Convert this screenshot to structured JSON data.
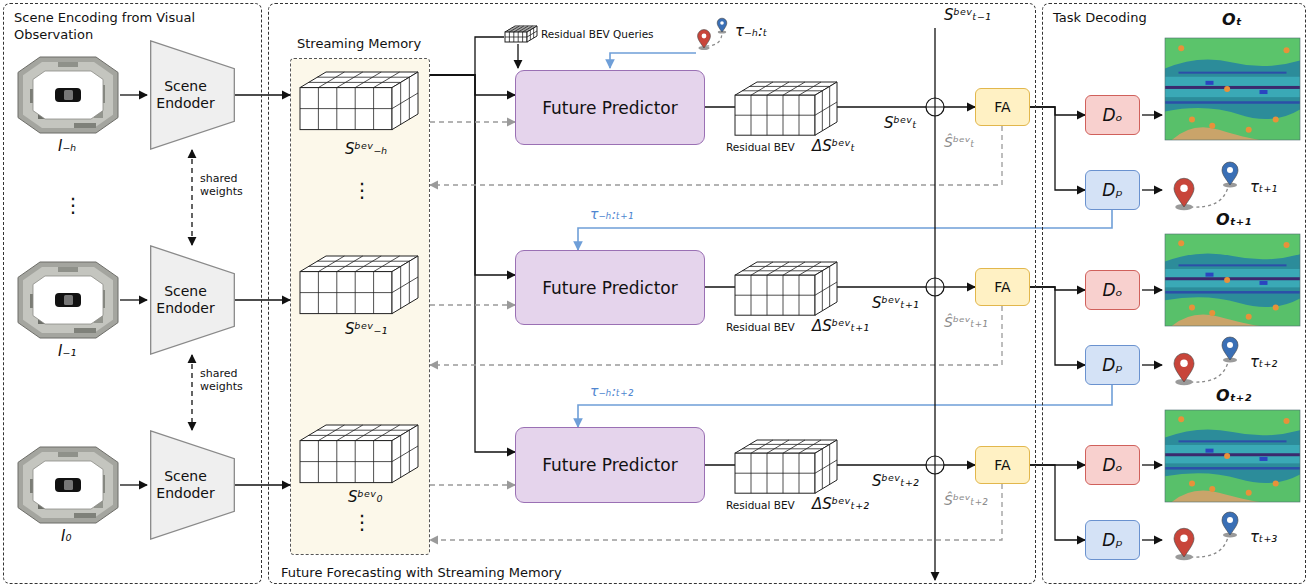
{
  "diagram": {
    "nodes": [
      {
        "text": [
          "Scene Encoding from Visual Observation"
        ]
      },
      {
        "text": [
          "Scene Endoder"
        ],
        "in": 0
      },
      {
        "text": [
          "Scene Endoder"
        ],
        "in": 0
      },
      {
        "text": [
          "Scene Endoder"
        ],
        "in": 0
      },
      {
        "text": [
          "Future Forecasting with Streaming Memory"
        ]
      },
      {
        "text": [
          "Streaming Memory"
        ],
        "in": 4
      },
      {
        "text": [
          "Future Predictor"
        ],
        "in": 4
      },
      {
        "text": [
          "FA"
        ],
        "in": 4
      },
      {
        "text": [
          "Future Predictor"
        ],
        "in": 4
      },
      {
        "text": [
          "FA"
        ],
        "in": 4
      },
      {
        "text": [
          "Future Predictor"
        ],
        "in": 4
      },
      {
        "text": [
          "FA"
        ],
        "in": 4
      },
      {
        "text": [
          "Task Decoding"
        ]
      },
      {
        "text": [
          "Dₒ"
        ],
        "in": 12
      },
      {
        "text": [
          "Dₚ"
        ],
        "in": 12
      },
      {
        "text": [
          "Dₒ"
        ],
        "in": 12
      },
      {
        "text": [
          "Dₚ"
        ],
        "in": 12
      },
      {
        "text": [
          "Dₒ"
        ],
        "in": 12
      },
      {
        "text": [
          "Dₚ"
        ],
        "in": 12
      }
    ],
    "edges": [
      {
        "from": 1,
        "to": 2,
        "arrow": "both",
        "label": "shared weights"
      },
      {
        "from": 2,
        "to": 3,
        "arrow": "both",
        "label": "shared weights"
      },
      {
        "from": 1,
        "to": 5,
        "arrow": "to"
      },
      {
        "from": 2,
        "to": 5,
        "arrow": "to"
      },
      {
        "from": 3,
        "to": 5,
        "arrow": "to"
      },
      {
        "from": 5,
        "to": 6,
        "arrow": "to"
      },
      {
        "from": 5,
        "to": 8,
        "arrow": "to"
      },
      {
        "from": 5,
        "to": 10,
        "arrow": "to"
      },
      {
        "from": 5,
        "to": 6,
        "arrow": "to"
      },
      {
        "from": 5,
        "to": 8,
        "arrow": "to"
      },
      {
        "from": 5,
        "to": 10,
        "arrow": "to"
      },
      {
        "from": 6,
        "to": 7,
        "arrow": "to"
      },
      {
        "from": 8,
        "to": 9,
        "arrow": "to"
      },
      {
        "from": 10,
        "to": 11,
        "arrow": "to"
      },
      {
        "from": 7,
        "to": 13,
        "arrow": "to"
      },
      {
        "from": 7,
        "to": 14,
        "arrow": "to"
      },
      {
        "from": 9,
        "to": 15,
        "arrow": "to"
      },
      {
        "from": 9,
        "to": 16,
        "arrow": "to"
      },
      {
        "from": 11,
        "to": 17,
        "arrow": "to"
      },
      {
        "from": 11,
        "to": 18,
        "arrow": "to"
      },
      {
        "from": 14,
        "to": 8,
        "arrow": "to",
        "label": "τ₋ₕ:ₜ₊₁"
      },
      {
        "from": 16,
        "to": 10,
        "arrow": "to",
        "label": "τ₋ₕ:ₜ₊₂"
      },
      {
        "from": 7,
        "to": 5,
        "arrow": "to",
        "label": "Ŝᵇᵉᵛₜ"
      },
      {
        "from": 9,
        "to": 5,
        "arrow": "to",
        "label": "Ŝᵇᵉᵛₜ₊₁"
      },
      {
        "from": 11,
        "to": 5,
        "arrow": "to",
        "label": "Ŝᵇᵉᵛₜ₊₂"
      }
    ],
    "labels": [
      "I₋ₕ",
      "⋮",
      "I₋₁",
      "I₀",
      "Sᵇᵉᵛ₋ₕ",
      "⋮",
      "Sᵇᵉᵛ₋₁",
      "Sᵇᵉᵛ₀",
      "⋮",
      "Residual BEV Queries",
      "τ₋ₕ:ₜ",
      "Sᵇᵉᵛₜ₋₁",
      "Residual BEV",
      "ΔSᵇᵉᵛₜ",
      "Sᵇᵉᵛₜ",
      "Residual BEV",
      "ΔSᵇᵉᵛₜ₊₁",
      "Sᵇᵉᵛₜ₊₁",
      "Residual BEV",
      "ΔSᵇᵉᵛₜ₊₂",
      "Sᵇᵉᵛₜ₊₂",
      "Oₜ",
      "τₜ₊₁",
      "Oₜ₊₁",
      "τₜ₊₂",
      "Oₜ₊₂",
      "τₜ₊₃"
    ]
  }
}
